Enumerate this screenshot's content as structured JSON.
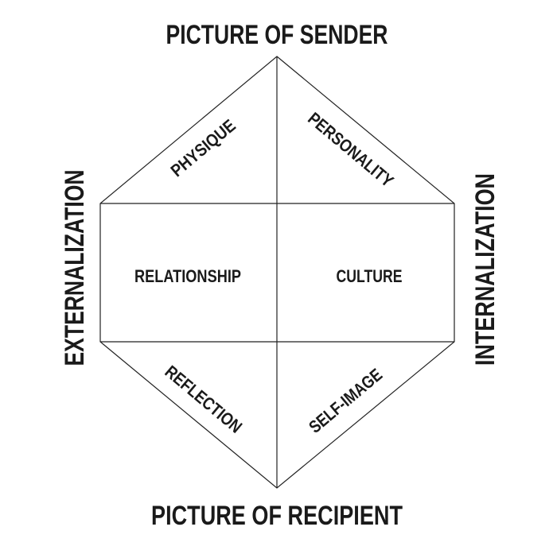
{
  "title_top": "PICTURE OF SENDER",
  "title_bottom": "PICTURE OF RECIPIENT",
  "side_left": "EXTERNALIZATION",
  "side_right": "INTERNALIZATION",
  "regions": {
    "physique": "PHYSIQUE",
    "personality": "PERSONALITY",
    "relationship": "RELATIONSHIP",
    "culture": "CULTURE",
    "reflection": "REFLECTION",
    "self_image": "SELF-IMAGE"
  },
  "colors": {
    "line": "#222222",
    "text": "#1a1a1a"
  }
}
